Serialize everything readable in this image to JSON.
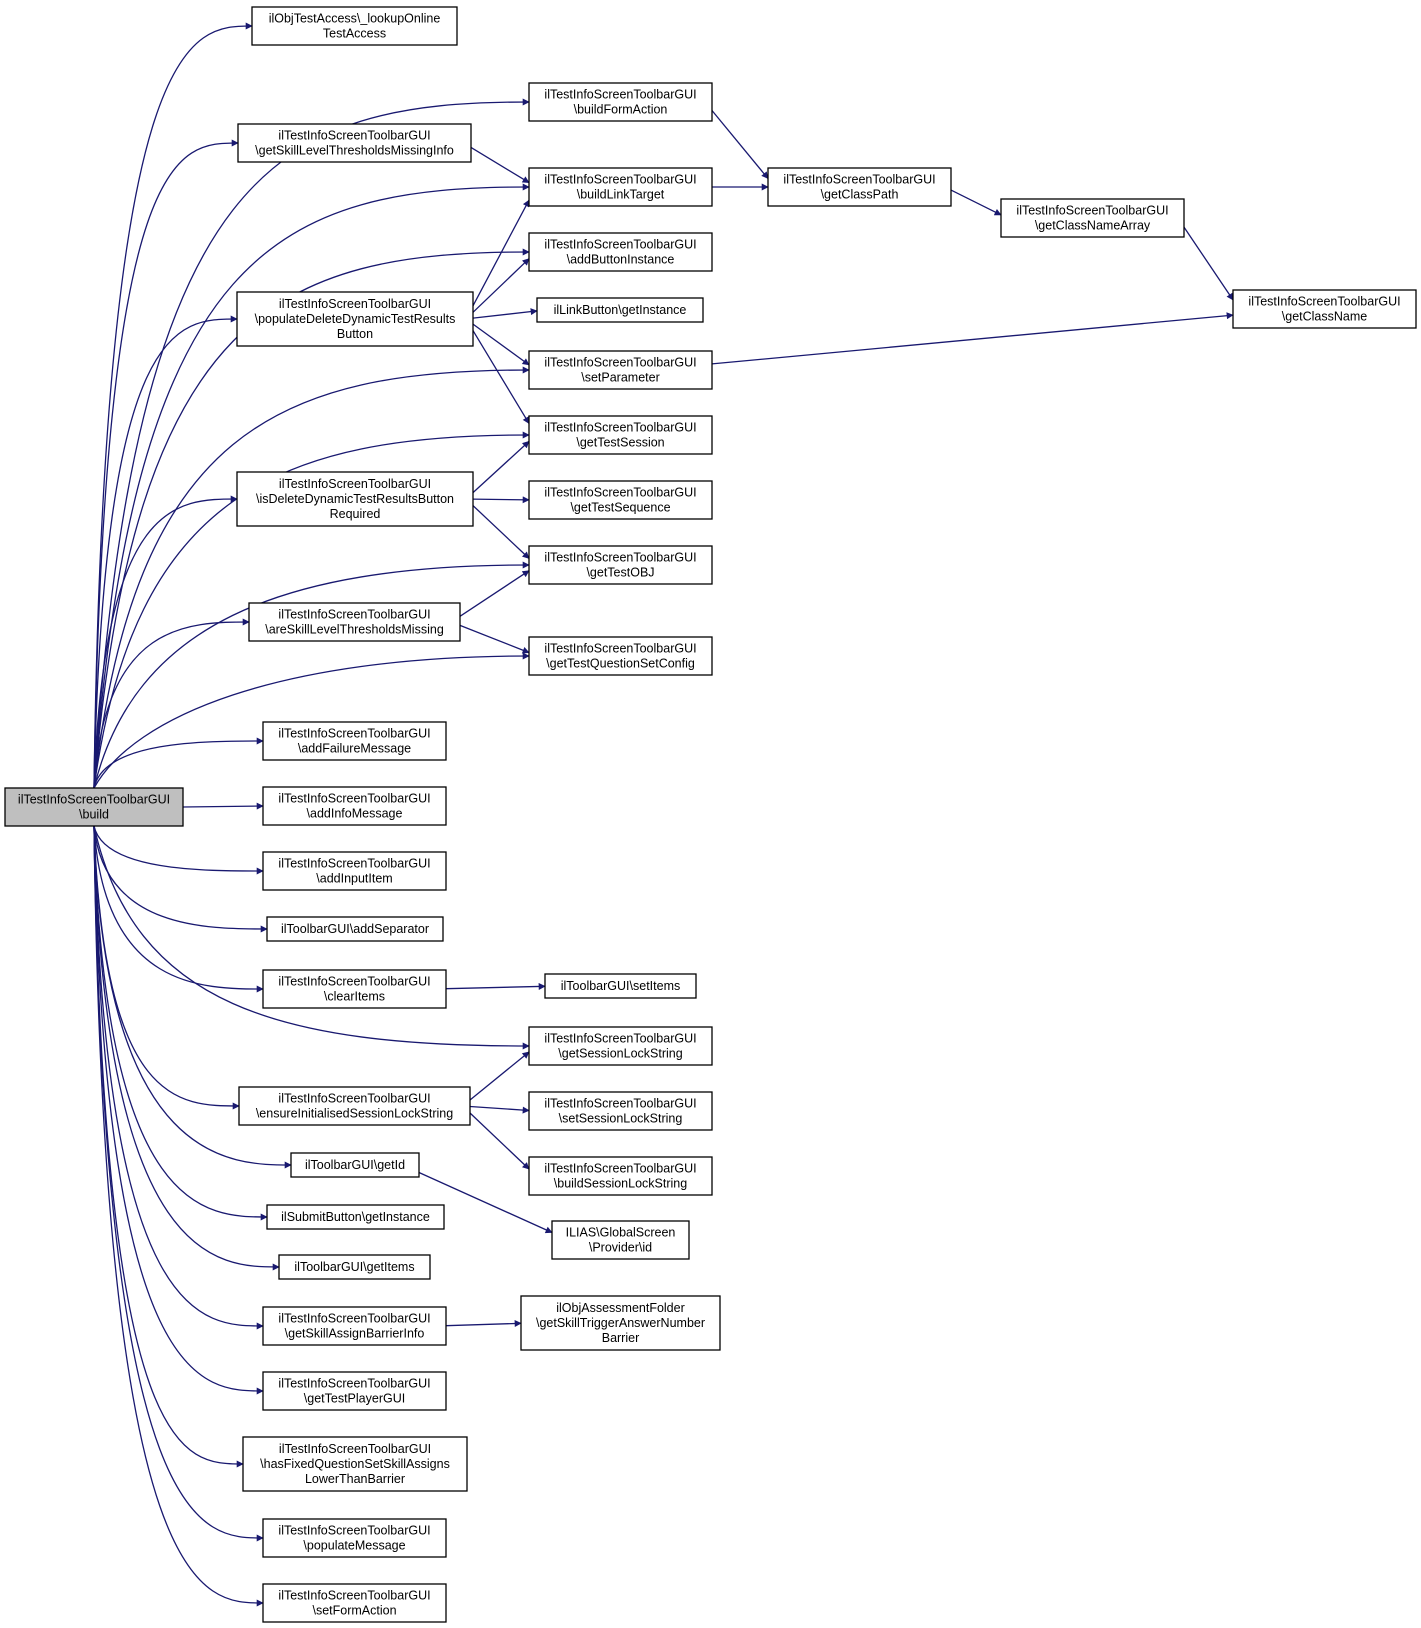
{
  "colors": {
    "edge": "#191970",
    "root_fill": "#bfbfbf",
    "node_fill": "#ffffff"
  },
  "nodes": [
    {
      "id": "build",
      "lines": [
        "ilTestInfoScreenToolbarGUI",
        "\\build"
      ],
      "root": true
    },
    {
      "id": "lookup",
      "lines": [
        "ilObjTestAccess\\_lookupOnline",
        "TestAccess"
      ]
    },
    {
      "id": "skillMissingInfo",
      "lines": [
        "ilTestInfoScreenToolbarGUI",
        "\\getSkillLevelThresholdsMissingInfo"
      ]
    },
    {
      "id": "populateDelete",
      "lines": [
        "ilTestInfoScreenToolbarGUI",
        "\\populateDeleteDynamicTestResults",
        "Button"
      ]
    },
    {
      "id": "isDelete",
      "lines": [
        "ilTestInfoScreenToolbarGUI",
        "\\isDeleteDynamicTestResultsButton",
        "Required"
      ]
    },
    {
      "id": "areSkill",
      "lines": [
        "ilTestInfoScreenToolbarGUI",
        "\\areSkillLevelThresholdsMissing"
      ]
    },
    {
      "id": "addFailure",
      "lines": [
        "ilTestInfoScreenToolbarGUI",
        "\\addFailureMessage"
      ]
    },
    {
      "id": "addInfo",
      "lines": [
        "ilTestInfoScreenToolbarGUI",
        "\\addInfoMessage"
      ]
    },
    {
      "id": "addInput",
      "lines": [
        "ilTestInfoScreenToolbarGUI",
        "\\addInputItem"
      ]
    },
    {
      "id": "addSeparator",
      "lines": [
        "ilToolbarGUI\\addSeparator"
      ]
    },
    {
      "id": "clearItems",
      "lines": [
        "ilTestInfoScreenToolbarGUI",
        "\\clearItems"
      ]
    },
    {
      "id": "ensureLock",
      "lines": [
        "ilTestInfoScreenToolbarGUI",
        "\\ensureInitialisedSessionLockString"
      ]
    },
    {
      "id": "getId",
      "lines": [
        "ilToolbarGUI\\getId"
      ]
    },
    {
      "id": "submitGetInstance",
      "lines": [
        "ilSubmitButton\\getInstance"
      ]
    },
    {
      "id": "getItems",
      "lines": [
        "ilToolbarGUI\\getItems"
      ]
    },
    {
      "id": "skillAssign",
      "lines": [
        "ilTestInfoScreenToolbarGUI",
        "\\getSkillAssignBarrierInfo"
      ]
    },
    {
      "id": "testPlayer",
      "lines": [
        "ilTestInfoScreenToolbarGUI",
        "\\getTestPlayerGUI"
      ]
    },
    {
      "id": "hasFixed",
      "lines": [
        "ilTestInfoScreenToolbarGUI",
        "\\hasFixedQuestionSetSkillAssigns",
        "LowerThanBarrier"
      ]
    },
    {
      "id": "populateMessage",
      "lines": [
        "ilTestInfoScreenToolbarGUI",
        "\\populateMessage"
      ]
    },
    {
      "id": "setFormAction",
      "lines": [
        "ilTestInfoScreenToolbarGUI",
        "\\setFormAction"
      ]
    },
    {
      "id": "buildFormAction",
      "lines": [
        "ilTestInfoScreenToolbarGUI",
        "\\buildFormAction"
      ]
    },
    {
      "id": "buildLinkTarget",
      "lines": [
        "ilTestInfoScreenToolbarGUI",
        "\\buildLinkTarget"
      ]
    },
    {
      "id": "addButtonInstance",
      "lines": [
        "ilTestInfoScreenToolbarGUI",
        "\\addButtonInstance"
      ]
    },
    {
      "id": "linkGetInstance",
      "lines": [
        "ilLinkButton\\getInstance"
      ]
    },
    {
      "id": "setParameter",
      "lines": [
        "ilTestInfoScreenToolbarGUI",
        "\\setParameter"
      ]
    },
    {
      "id": "getTestSession",
      "lines": [
        "ilTestInfoScreenToolbarGUI",
        "\\getTestSession"
      ]
    },
    {
      "id": "getTestSequence",
      "lines": [
        "ilTestInfoScreenToolbarGUI",
        "\\getTestSequence"
      ]
    },
    {
      "id": "getTestOBJ",
      "lines": [
        "ilTestInfoScreenToolbarGUI",
        "\\getTestOBJ"
      ]
    },
    {
      "id": "getQSConfig",
      "lines": [
        "ilTestInfoScreenToolbarGUI",
        "\\getTestQuestionSetConfig"
      ]
    },
    {
      "id": "setItems",
      "lines": [
        "ilToolbarGUI\\setItems"
      ]
    },
    {
      "id": "getSessionLock",
      "lines": [
        "ilTestInfoScreenToolbarGUI",
        "\\getSessionLockString"
      ]
    },
    {
      "id": "setSessionLock",
      "lines": [
        "ilTestInfoScreenToolbarGUI",
        "\\setSessionLockString"
      ]
    },
    {
      "id": "buildSessionLock",
      "lines": [
        "ilTestInfoScreenToolbarGUI",
        "\\buildSessionLockString"
      ]
    },
    {
      "id": "providerId",
      "lines": [
        "ILIAS\\GlobalScreen",
        "\\Provider\\id"
      ]
    },
    {
      "id": "triggerBarrier",
      "lines": [
        "ilObjAssessmentFolder",
        "\\getSkillTriggerAnswerNumber",
        "Barrier"
      ]
    },
    {
      "id": "getClassPath",
      "lines": [
        "ilTestInfoScreenToolbarGUI",
        "\\getClassPath"
      ]
    },
    {
      "id": "getClassNameArray",
      "lines": [
        "ilTestInfoScreenToolbarGUI",
        "\\getClassNameArray"
      ]
    },
    {
      "id": "getClassName",
      "lines": [
        "ilTestInfoScreenToolbarGUI",
        "\\getClassName"
      ]
    }
  ],
  "edges": [
    [
      "build",
      "lookup"
    ],
    [
      "build",
      "skillMissingInfo"
    ],
    [
      "build",
      "populateDelete"
    ],
    [
      "build",
      "isDelete"
    ],
    [
      "build",
      "areSkill"
    ],
    [
      "build",
      "addFailure"
    ],
    [
      "build",
      "addInfo"
    ],
    [
      "build",
      "addInput"
    ],
    [
      "build",
      "addSeparator"
    ],
    [
      "build",
      "clearItems"
    ],
    [
      "build",
      "ensureLock"
    ],
    [
      "build",
      "getId"
    ],
    [
      "build",
      "submitGetInstance"
    ],
    [
      "build",
      "getItems"
    ],
    [
      "build",
      "skillAssign"
    ],
    [
      "build",
      "testPlayer"
    ],
    [
      "build",
      "hasFixed"
    ],
    [
      "build",
      "populateMessage"
    ],
    [
      "build",
      "setFormAction"
    ],
    [
      "build",
      "buildFormAction"
    ],
    [
      "build",
      "buildLinkTarget"
    ],
    [
      "build",
      "addButtonInstance"
    ],
    [
      "build",
      "setParameter"
    ],
    [
      "build",
      "getTestSession"
    ],
    [
      "build",
      "getTestOBJ"
    ],
    [
      "build",
      "getQSConfig"
    ],
    [
      "build",
      "getSessionLock"
    ],
    [
      "skillMissingInfo",
      "buildLinkTarget"
    ],
    [
      "populateDelete",
      "buildLinkTarget"
    ],
    [
      "populateDelete",
      "addButtonInstance"
    ],
    [
      "populateDelete",
      "linkGetInstance"
    ],
    [
      "populateDelete",
      "setParameter"
    ],
    [
      "populateDelete",
      "getTestSession"
    ],
    [
      "isDelete",
      "getTestSession"
    ],
    [
      "isDelete",
      "getTestSequence"
    ],
    [
      "isDelete",
      "getTestOBJ"
    ],
    [
      "areSkill",
      "getTestOBJ"
    ],
    [
      "areSkill",
      "getQSConfig"
    ],
    [
      "clearItems",
      "setItems"
    ],
    [
      "ensureLock",
      "getSessionLock"
    ],
    [
      "ensureLock",
      "setSessionLock"
    ],
    [
      "ensureLock",
      "buildSessionLock"
    ],
    [
      "getId",
      "providerId"
    ],
    [
      "skillAssign",
      "triggerBarrier"
    ],
    [
      "buildFormAction",
      "getClassPath"
    ],
    [
      "buildLinkTarget",
      "getClassPath"
    ],
    [
      "getClassPath",
      "getClassNameArray"
    ],
    [
      "getClassNameArray",
      "getClassName"
    ],
    [
      "setParameter",
      "getClassName"
    ]
  ]
}
